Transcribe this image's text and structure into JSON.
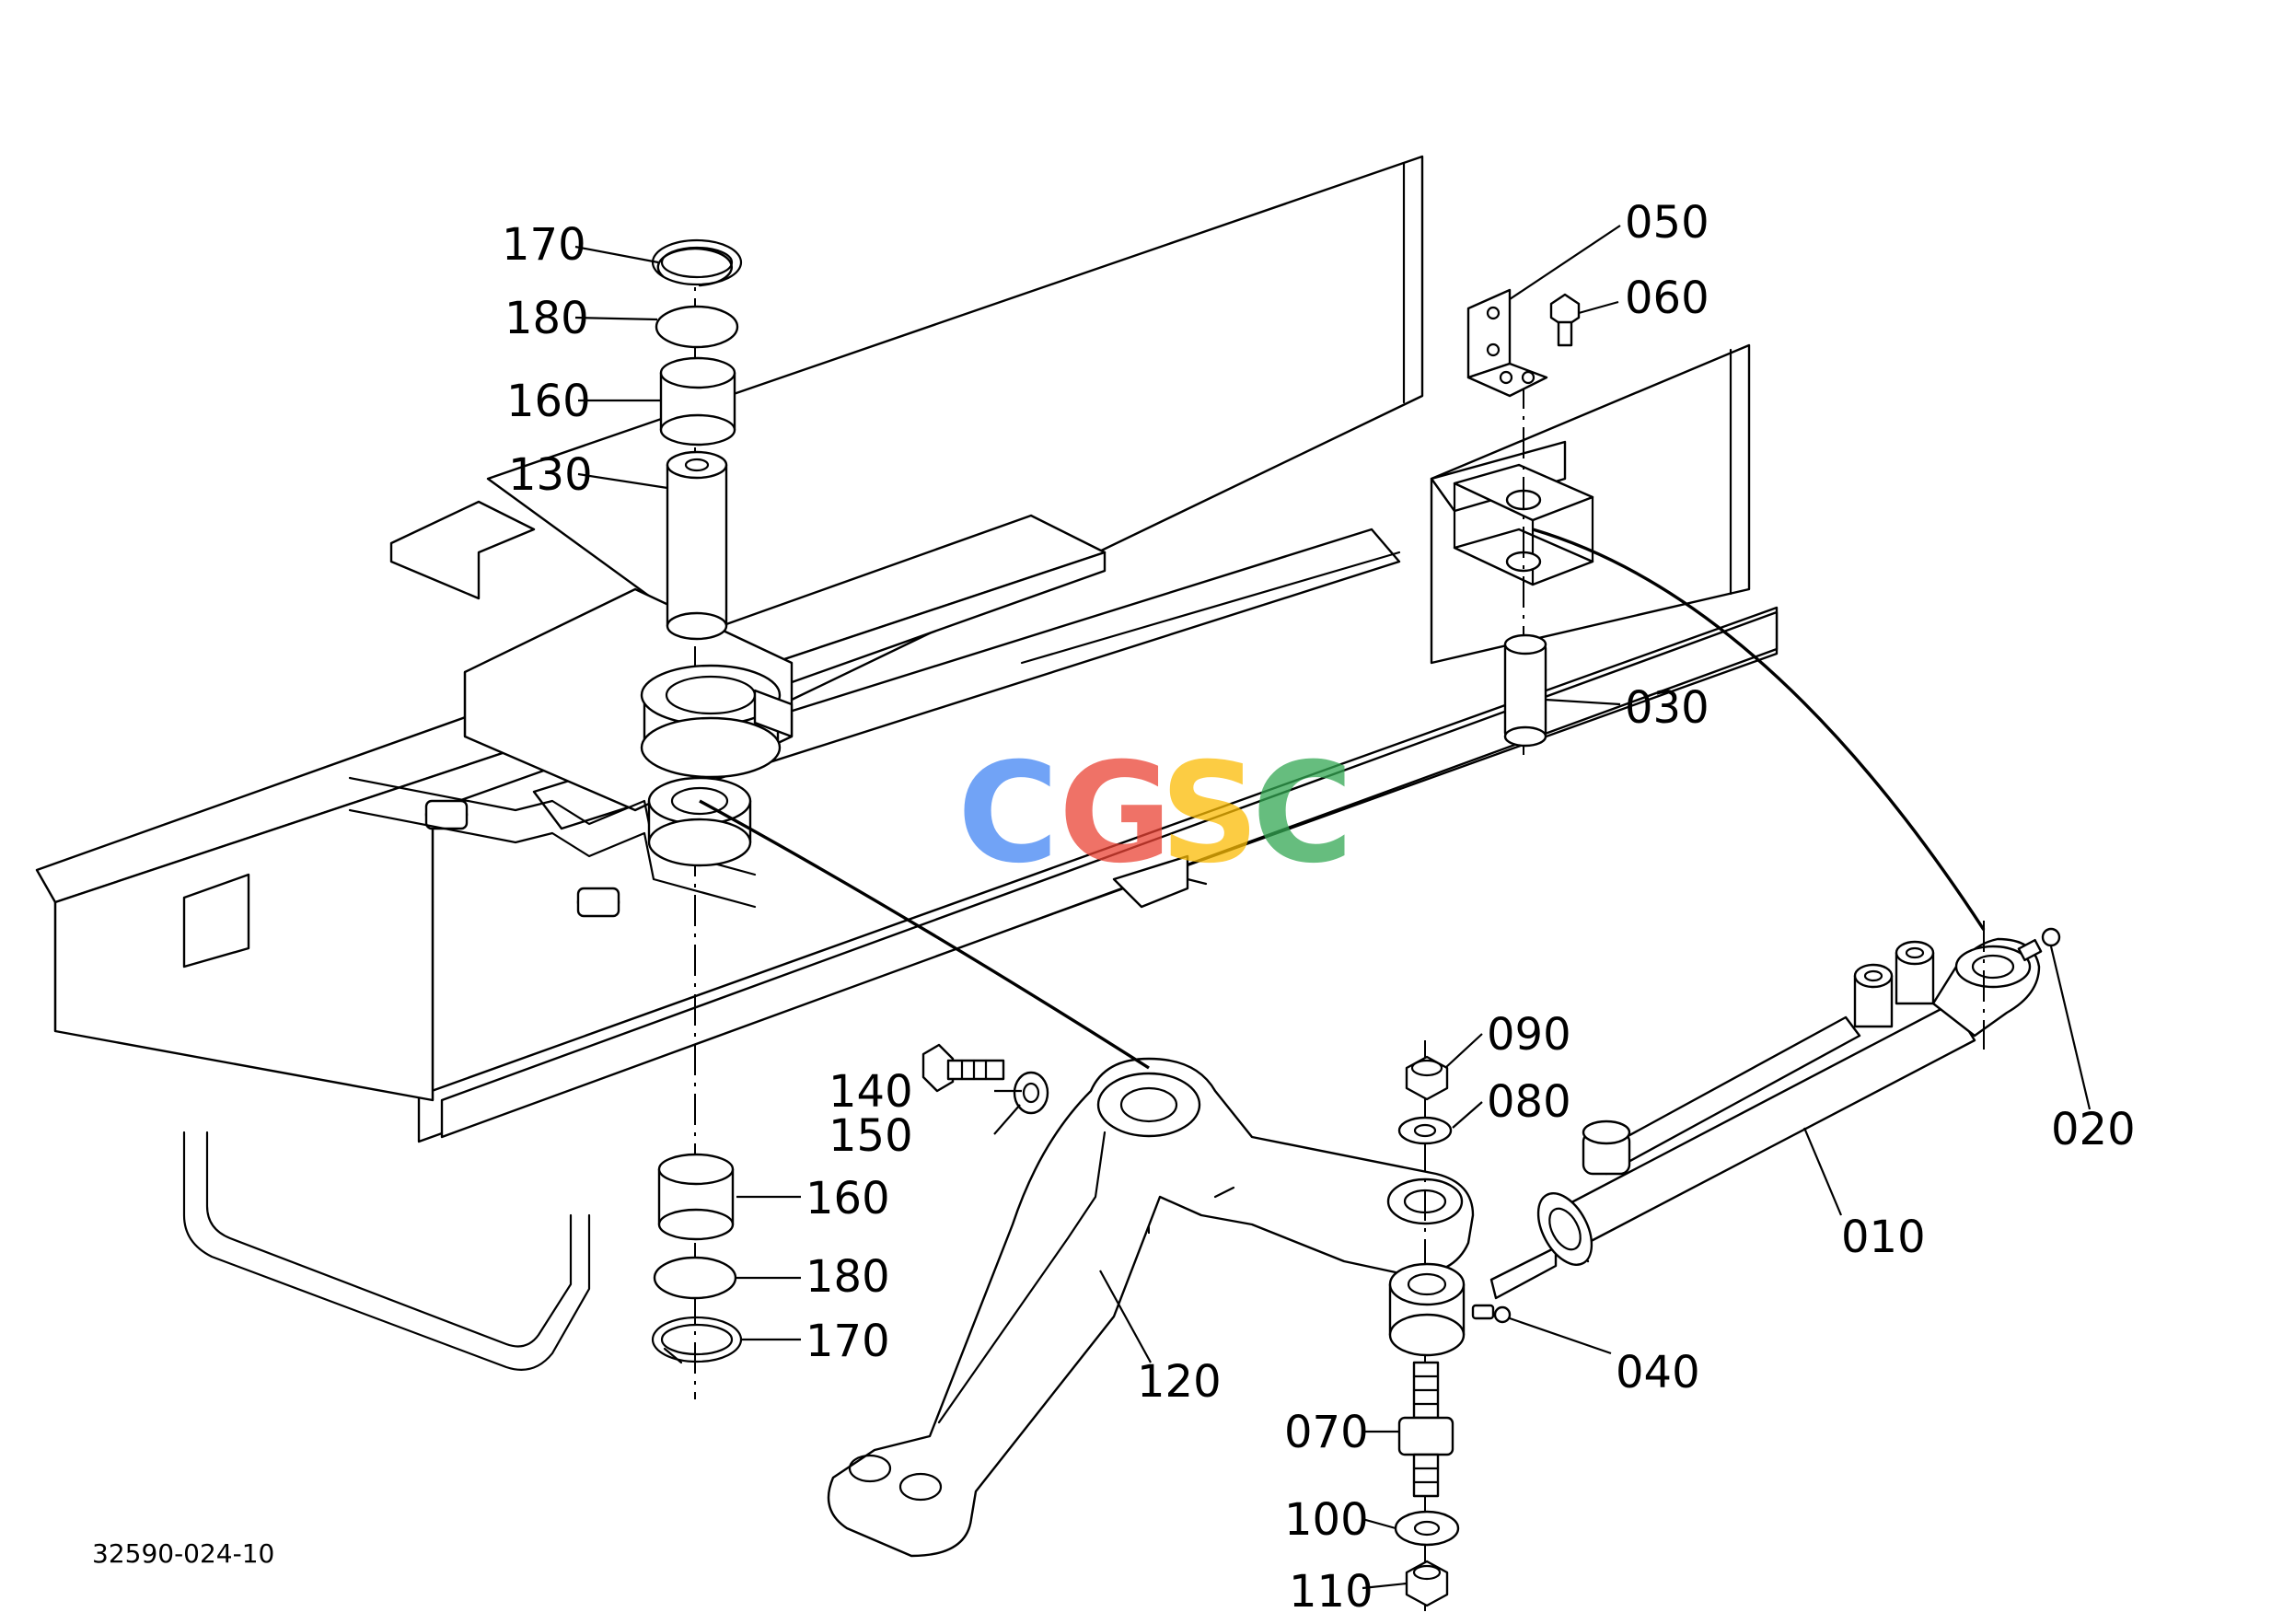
{
  "drawing_number": "32590-024-10",
  "watermark": {
    "letters": [
      "C",
      "G",
      "S",
      "C"
    ],
    "colors": [
      "#4285F4",
      "#EA4335",
      "#FBBC05",
      "#34A853"
    ]
  },
  "callouts": [
    {
      "id": "170-top",
      "label": "170"
    },
    {
      "id": "180-top",
      "label": "180"
    },
    {
      "id": "160-top",
      "label": "160"
    },
    {
      "id": "130",
      "label": "130"
    },
    {
      "id": "050",
      "label": "050"
    },
    {
      "id": "060",
      "label": "060"
    },
    {
      "id": "030",
      "label": "030"
    },
    {
      "id": "090",
      "label": "090"
    },
    {
      "id": "080",
      "label": "080"
    },
    {
      "id": "020",
      "label": "020"
    },
    {
      "id": "140",
      "label": "140"
    },
    {
      "id": "150",
      "label": "150"
    },
    {
      "id": "160-bot",
      "label": "160"
    },
    {
      "id": "180-bot",
      "label": "180"
    },
    {
      "id": "170-bot",
      "label": "170"
    },
    {
      "id": "010",
      "label": "010"
    },
    {
      "id": "120",
      "label": "120"
    },
    {
      "id": "040",
      "label": "040"
    },
    {
      "id": "070",
      "label": "070"
    },
    {
      "id": "100",
      "label": "100"
    },
    {
      "id": "110",
      "label": "110"
    }
  ]
}
